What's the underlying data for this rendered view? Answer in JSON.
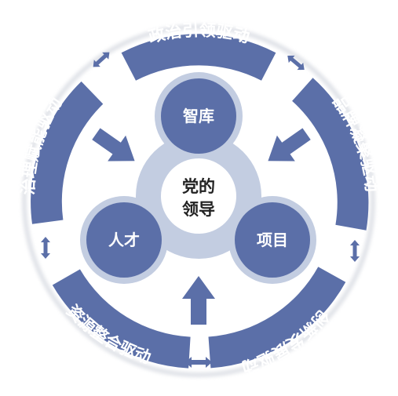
{
  "center": {
    "line1": "党的",
    "line2": "领导"
  },
  "nodes": {
    "think_tank": "智库",
    "talent": "人才",
    "project": "项目"
  },
  "ring_segments": {
    "political": "政治引领驱动",
    "brand": "品牌凝聚驱动",
    "innovation": "创新发展驱动",
    "resource": "资源整合驱动",
    "governance": "治理赋能驱动"
  },
  "colors": {
    "primary": "#5b6fa8",
    "halo": "#c3cde1",
    "ring_shadow": "#d8dbe2",
    "center_fill": "#ffffff"
  }
}
